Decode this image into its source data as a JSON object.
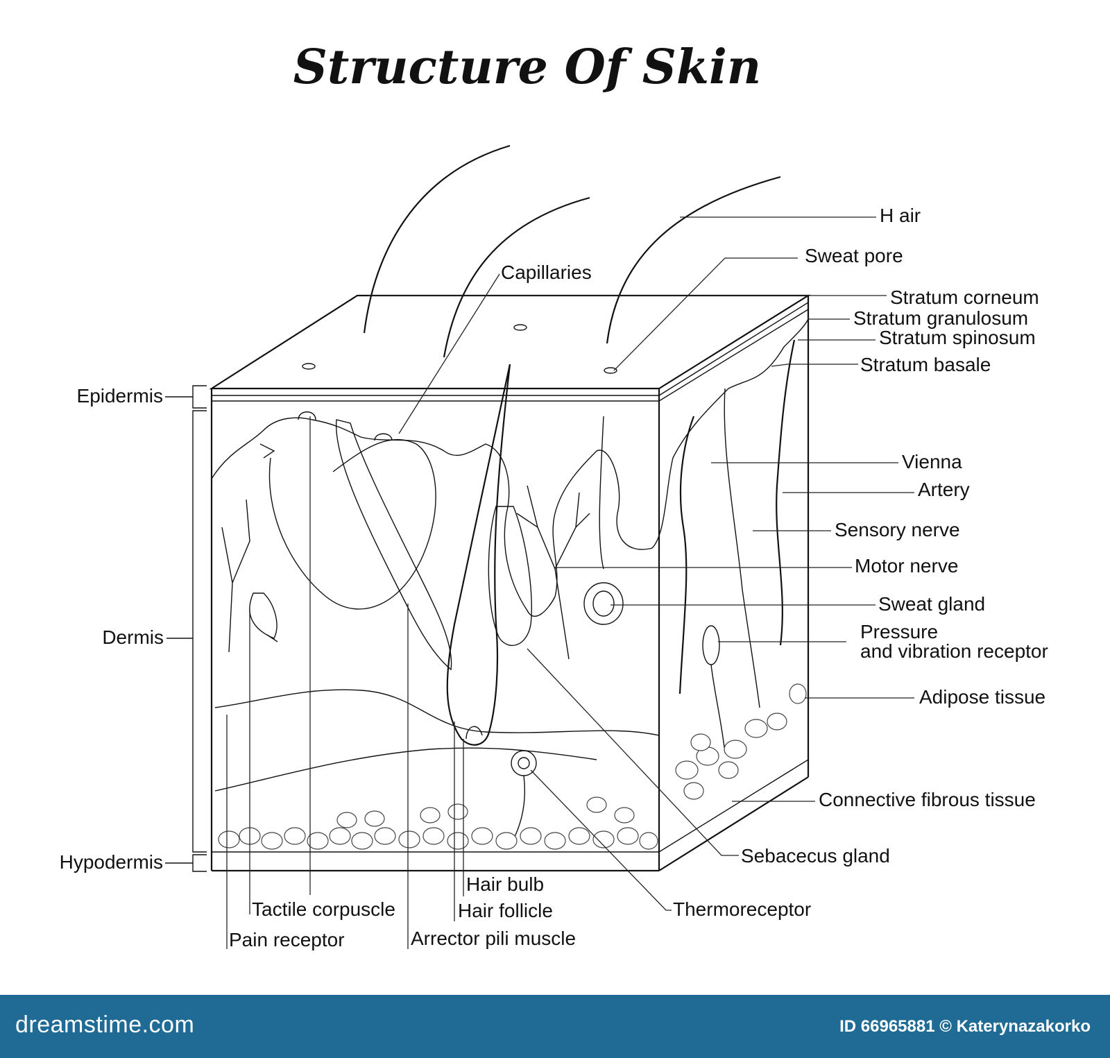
{
  "title": "Structure Of Skin",
  "labels": {
    "hair": "H air",
    "sweat_pore": "Sweat pore",
    "capillaries": "Capillaries",
    "stratum_corneum": "Stratum corneum",
    "stratum_granulosum": "Stratum granulosum",
    "stratum_spinosum": "Stratum spinosum",
    "stratum_basale": "Stratum basale",
    "vienna": "Vienna",
    "artery": "Artery",
    "sensory_nerve": "Sensory nerve",
    "motor_nerve": "Motor nerve",
    "sweat_gland": "Sweat gland",
    "pressure_line1": "Pressure",
    "pressure_line2": "and vibration receptor",
    "adipose_tissue": "Adipose tissue",
    "connective_tissue": "Connective fibrous tissue",
    "sebaceous_gland": "Sebacecus gland",
    "thermoreceptor": "Thermoreceptor",
    "hair_bulb": "Hair bulb",
    "hair_follicle": "Hair follicle",
    "arrector_pili": "Arrector pili muscle",
    "tactile_corpuscle": "Tactile corpuscle",
    "pain_receptor": "Pain receptor",
    "epidermis": "Epidermis",
    "dermis": "Dermis",
    "hypodermis": "Hypodermis"
  },
  "footer": {
    "brand": "dreamstime.com",
    "credit": "ID 66965881 © Katerynazakorko"
  }
}
